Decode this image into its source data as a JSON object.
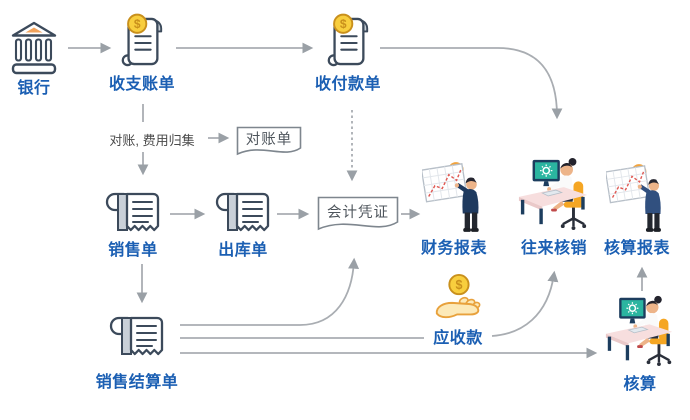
{
  "diagram": {
    "nodes": {
      "bank": {
        "label": "银行"
      },
      "income_expense_bill": {
        "label": "收支账单"
      },
      "receipt_payment_bill": {
        "label": "收付款单"
      },
      "reconciliation_note": {
        "label": "对账, 费用归集"
      },
      "statement": {
        "label": "对账单"
      },
      "sales_order": {
        "label": "销售单"
      },
      "outbound_order": {
        "label": "出库单"
      },
      "accounting_voucher": {
        "label": "会计凭证"
      },
      "financial_report": {
        "label": "财务报表"
      },
      "current_account_writeoff": {
        "label": "往来核销"
      },
      "accounting_report": {
        "label": "核算报表"
      },
      "sales_settlement_bill": {
        "label": "销售结算单"
      },
      "accounts_receivable": {
        "label": "应收款"
      },
      "accounting": {
        "label": "核算"
      }
    },
    "colors": {
      "label_blue": "#1B5FB3",
      "note_gray": "#4A4A4A",
      "connector_gray": "#A9ADB2",
      "arrowhead_gray": "#9AA0A6",
      "outline_slate": "#3C4A5B",
      "shading_gray": "#C9D0D8",
      "coin_yellow": "#F8CE3E",
      "coin_rim": "#C9901C",
      "accent_orange": "#F2A33C",
      "chair_orange": "#F5A623",
      "screen_teal": "#2BB5A0",
      "desk_pink": "#F7DEDE",
      "chart_line_red": "#E05A54"
    }
  }
}
